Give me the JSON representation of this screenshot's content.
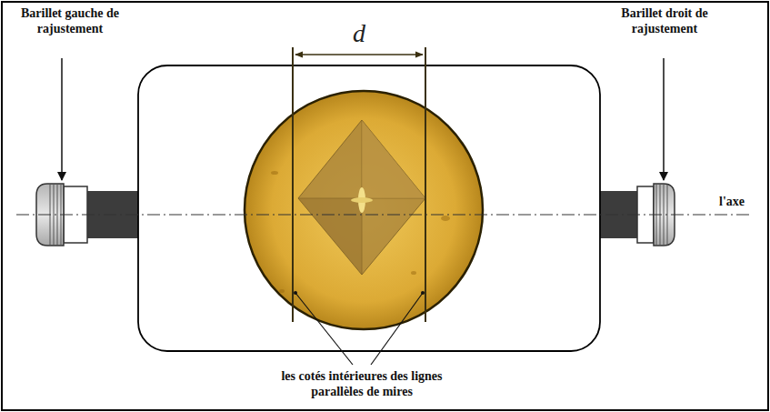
{
  "diagram": {
    "labels": [
      "Barillet gauche de rajustement",
      "Barillet droit de rajustement",
      "l'axe",
      "d",
      "les cotés intérieures des lignes parallèles de mires"
    ]
  }
}
